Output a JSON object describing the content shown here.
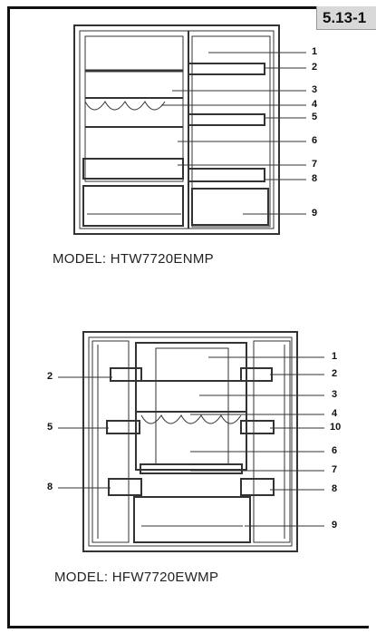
{
  "section_tag": "5.13-1",
  "diagrams": [
    {
      "model_label": "MODEL: HTW7720ENMP",
      "callouts_right": [
        "1",
        "2",
        "3",
        "4",
        "5",
        "6",
        "7",
        "8",
        "9"
      ],
      "callouts_left": []
    },
    {
      "model_label": "MODEL: HFW7720EWMP",
      "callouts_right": [
        "1",
        "2",
        "3",
        "4",
        "10",
        "6",
        "7",
        "8",
        "9"
      ],
      "callouts_left": [
        "2",
        "5",
        "8"
      ]
    }
  ]
}
